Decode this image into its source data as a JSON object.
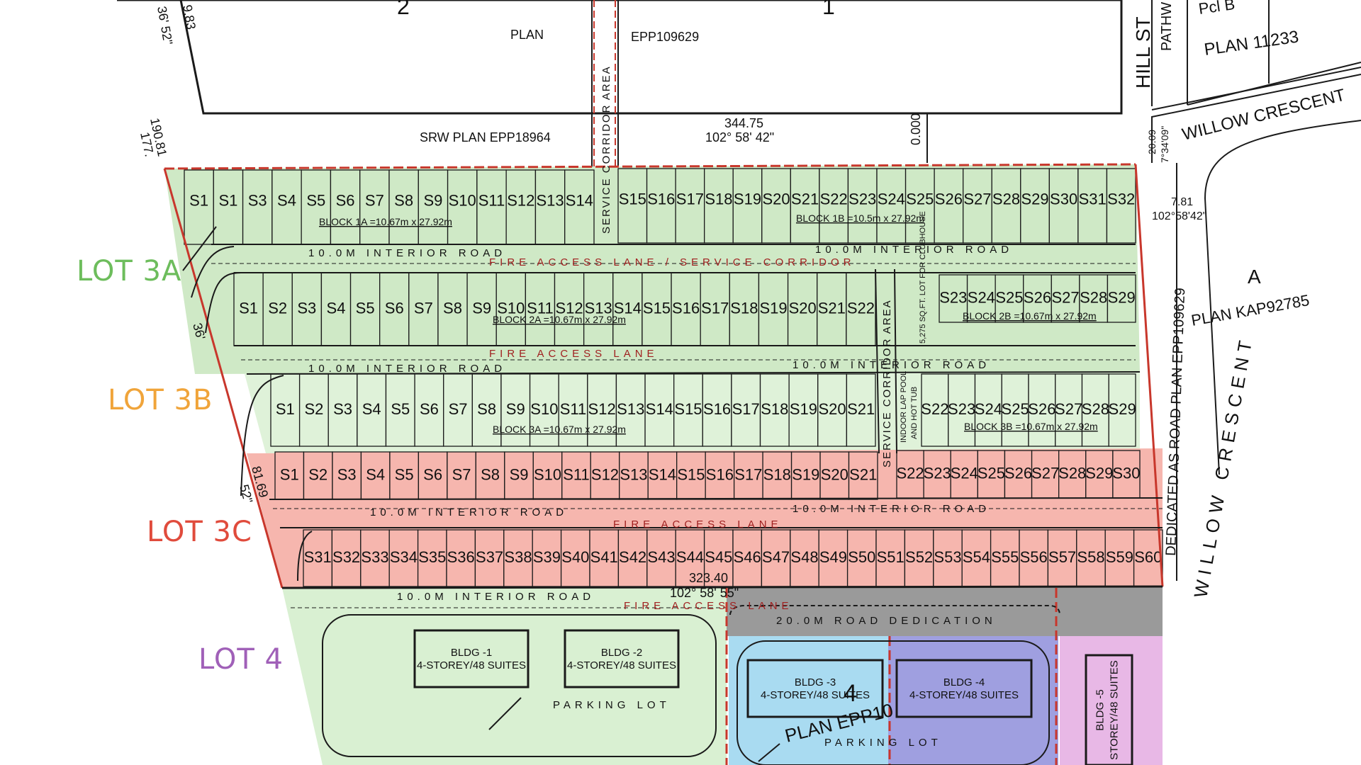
{
  "colors": {
    "lot3a": "#cfe9c6",
    "lot3a_label": "#6dbd5c",
    "lot3b": "#dff2d9",
    "lot3b_label": "#f0a43a",
    "lot3c": "#f6b6ae",
    "lot3c_label": "#e04b3c",
    "lot4": "#d9f0d2",
    "lot4_label": "#a060b8",
    "blue": "#a9dbf1",
    "purple": "#9f9fe0",
    "pink": "#e8b8e6",
    "gray": "#9a9a9a",
    "line": "#1a1a1a",
    "red": "#c8372c"
  },
  "lot_labels": [
    "LOT 3A",
    "LOT 3B",
    "LOT 3C",
    "LOT 4"
  ],
  "top": {
    "lot2": "2",
    "lot1": "1",
    "plan_word": "PLAN",
    "plan_number": "EPP109629",
    "dim_left_a": "9.83",
    "dim_left_b": "36' 52\"",
    "hill": "HILL ST",
    "pathway": "PATHW",
    "pcl": "Pcl B",
    "plan_11233": "PLAN  11233",
    "srw": "SRW PLAN EPP18964",
    "dim_34475": "344.75",
    "bearing_top": "102° 58' 42\"",
    "dim_0000": "0.000",
    "dim_19081": "190.81",
    "dim_177": "177.",
    "willow_top": "WILLOW CRESCENT",
    "dim_2009": "20.09",
    "bearing_right": "7°34'09\"",
    "dim_781": "7.81",
    "bearing_781": "102°58'42\"",
    "parcel_a": "A",
    "plan_kap": "PLAN KAP92785",
    "willow_right": "WILLOW CRESCENT",
    "dedicated": "DEDICATED AS ROAD PLAN EPP109629"
  },
  "labels": {
    "service_corridor": "SERVICE CORRIDOR AREA",
    "interior_road": "10.0M INTERIOR ROAD",
    "fire_lane_service": "FIRE ACCESS LANE / SERVICE CORRIDOR",
    "fire_lane": "FIRE ACCESS LANE",
    "block_1a": "BLOCK 1A =10.67m x 27.92m",
    "block_1b": "BLOCK 1B =10.5m x 27.92m",
    "block_2a": "BLOCK 2A =10.67m x 27.92m",
    "block_2b": "BLOCK 2B =10.67m x 27.92m",
    "block_3a": "BLOCK 3A =10.67m x 27.92m",
    "block_3b": "BLOCK 3B =10.67m x 27.92m",
    "clubhouse": "5,275 SQ.FT. LOT FOR CLUBHOUSE",
    "indoor_pool_1": "INDOOR LAP POOL",
    "indoor_pool_2": "AND HOT TUB",
    "dim_36": "36'",
    "dim_52": "52\"",
    "dim_8169": "81.69",
    "dim_32340": "323.40",
    "bearing_bottom": "102° 58' 55\"",
    "road_dedication": "20.0M ROAD DEDICATION",
    "parking_lot": "PARKING LOT",
    "plan_epp": "PLAN EPP10",
    "lot_4": "4"
  },
  "rows": {
    "row1a": [
      "S1",
      "S1",
      "S3",
      "S4",
      "S5",
      "S6",
      "S7",
      "S8",
      "S9",
      "S10",
      "S11",
      "S12",
      "S13",
      "S14"
    ],
    "row1b": [
      "S15",
      "S16",
      "S17",
      "S18",
      "S19",
      "S20",
      "S21",
      "S22",
      "S23",
      "S24",
      "S25",
      "S26",
      "S27",
      "S28",
      "S29",
      "S30",
      "S31",
      "S32"
    ],
    "row2a": [
      "S1",
      "S2",
      "S3",
      "S4",
      "S5",
      "S6",
      "S7",
      "S8",
      "S9",
      "S10",
      "S11",
      "S12",
      "S13",
      "S14",
      "S15",
      "S16",
      "S17",
      "S18",
      "S19",
      "S20",
      "S21",
      "S22"
    ],
    "row2b": [
      "S23",
      "S24",
      "S25",
      "S26",
      "S27",
      "S28",
      "S29"
    ],
    "row3a": [
      "S1",
      "S2",
      "S3",
      "S4",
      "S5",
      "S6",
      "S7",
      "S8",
      "S9",
      "S10",
      "S11",
      "S12",
      "S13",
      "S14",
      "S15",
      "S16",
      "S17",
      "S18",
      "S19",
      "S20",
      "S21"
    ],
    "row3b": [
      "S22",
      "S23",
      "S24",
      "S25",
      "S26",
      "S27",
      "S28",
      "S29"
    ],
    "row4a": [
      "S1",
      "S2",
      "S3",
      "S4",
      "S5",
      "S6",
      "S7",
      "S8",
      "S9",
      "S10",
      "S11",
      "S12",
      "S13",
      "S14",
      "S15",
      "S16",
      "S17",
      "S18",
      "S19",
      "S20",
      "S21"
    ],
    "row4b": [
      "S22",
      "S23",
      "S24",
      "S25",
      "S26",
      "S27",
      "S28",
      "S29",
      "S30"
    ],
    "row5": [
      "S31",
      "S32",
      "S33",
      "S34",
      "S35",
      "S36",
      "S37",
      "S38",
      "S39",
      "S40",
      "S41",
      "S42",
      "S43",
      "S44",
      "S45",
      "S46",
      "S47",
      "S48",
      "S49",
      "S50",
      "S51",
      "S52",
      "S53",
      "S54",
      "S55",
      "S56",
      "S57",
      "S58",
      "S59",
      "S60"
    ]
  },
  "buildings": [
    {
      "name": "BLDG -1",
      "desc": "4-STOREY/48 SUITES"
    },
    {
      "name": "BLDG -2",
      "desc": "4-STOREY/48 SUITES"
    },
    {
      "name": "BLDG -3",
      "desc": "4-STOREY/48 SUITES"
    },
    {
      "name": "BLDG -4",
      "desc": "4-STOREY/48 SUITES"
    },
    {
      "name": "BLDG -5",
      "desc": "STOREY/48 SUITES"
    }
  ]
}
